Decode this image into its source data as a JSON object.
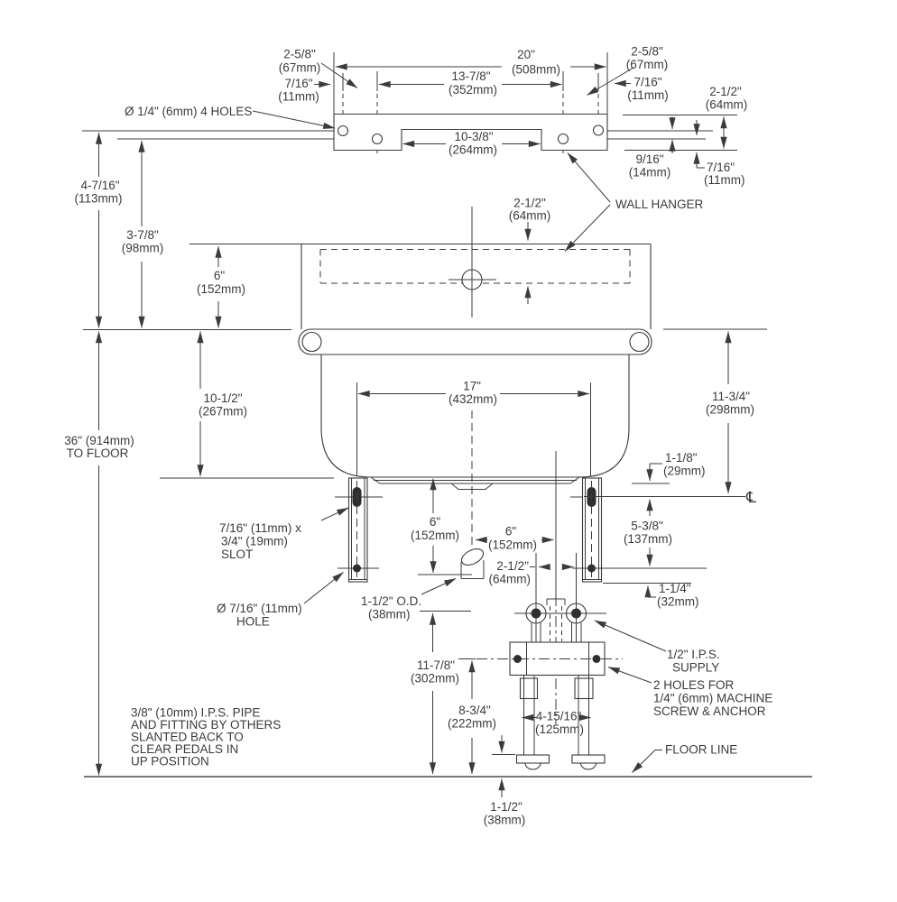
{
  "meta": {
    "type": "technical installation drawing",
    "subject": "wall-hung sink with wall hanger and foot-pedal valve unit",
    "colors": {
      "line": "#3b3b3b",
      "background": "#ffffff"
    }
  },
  "drawing": {
    "hanger": {
      "left_offset": [
        "2-5/8\"",
        "(67mm)"
      ],
      "left_hole_inset": [
        "7/16\"",
        "(11mm)"
      ],
      "overall_width": [
        "20\"",
        "(508mm)"
      ],
      "hole_spacing": [
        "13-7/8\"",
        "(352mm)"
      ],
      "notch_width": [
        "10-3/8\"",
        "(264mm)"
      ],
      "right_offset": [
        "2-5/8\"",
        "(67mm)"
      ],
      "right_hole_inset": [
        "7/16\"",
        "(11mm)"
      ],
      "height": [
        "2-1/2\"",
        "(64mm)"
      ],
      "hole_row_gap": [
        "9/16\"",
        "(14mm)"
      ],
      "bottom_edge_gap": [
        "7/16\"",
        "(11mm)"
      ],
      "holes_note": "Ø 1/4\" (6mm) 4 HOLES",
      "label": "WALL HANGER"
    },
    "sink": {
      "hanger_drop": [
        "2-1/2\"",
        "(64mm)"
      ],
      "backsplash_height": [
        "6\"",
        "(152mm)"
      ],
      "top_hole_drop": [
        "4-7/16\"",
        "(113mm)"
      ],
      "second_hole_drop": [
        "3-7/8\"",
        "(98mm)"
      ],
      "bowl_depth": [
        "10-1/2\"",
        "(267mm)"
      ],
      "rim_to_floor": [
        "36\" (914mm)",
        "TO FLOOR"
      ],
      "bracket_spacing": [
        "17\"",
        "(432mm)"
      ],
      "rim_to_slot_cl": [
        "11-3/4\"",
        "(298mm)"
      ],
      "bottom_to_slot_cl": [
        "1-1/8\"",
        "(29mm)"
      ],
      "centerline_symbol": "℄",
      "slot_note": [
        "7/16\" (11mm) x",
        "3/4\" (19mm)",
        "SLOT"
      ],
      "bracket_height": [
        "6\"",
        "(152mm)"
      ],
      "slot_to_hole": [
        "5-3/8\"",
        "(137mm)"
      ],
      "hole_to_bottom": [
        "1-1/4\"",
        "(32mm)"
      ],
      "hole_note": [
        "Ø 7/16\" (11mm)",
        "HOLE"
      ],
      "drain_od": [
        "1-1/2\" O.D.",
        "(38mm)"
      ]
    },
    "pedal_unit": {
      "supply_offset": [
        "6\"",
        "(152mm)"
      ],
      "supply_spacing": [
        "2-1/2\"",
        "(64mm)"
      ],
      "supply_label": [
        "1/2\" I.P.S.",
        "SUPPLY"
      ],
      "anchor_note": [
        "2 HOLES FOR",
        "1/4\" (6mm) MACHINE",
        "SCREW & ANCHOR"
      ],
      "supply_height": [
        "11-7/8\"",
        "(302mm)"
      ],
      "anchor_height": [
        "8-3/4\"",
        "(222mm)"
      ],
      "pedal_spacing": [
        "4-15/16\"",
        "(125mm)"
      ],
      "pedal_clearance": [
        "1-1/2\"",
        "(38mm)"
      ],
      "pipe_note": [
        "3/8\" (10mm) I.P.S. PIPE",
        "AND FITTING BY OTHERS",
        "SLANTED BACK TO",
        "CLEAR PEDALS IN",
        "UP POSITION"
      ],
      "floor_label": "FLOOR LINE"
    }
  }
}
